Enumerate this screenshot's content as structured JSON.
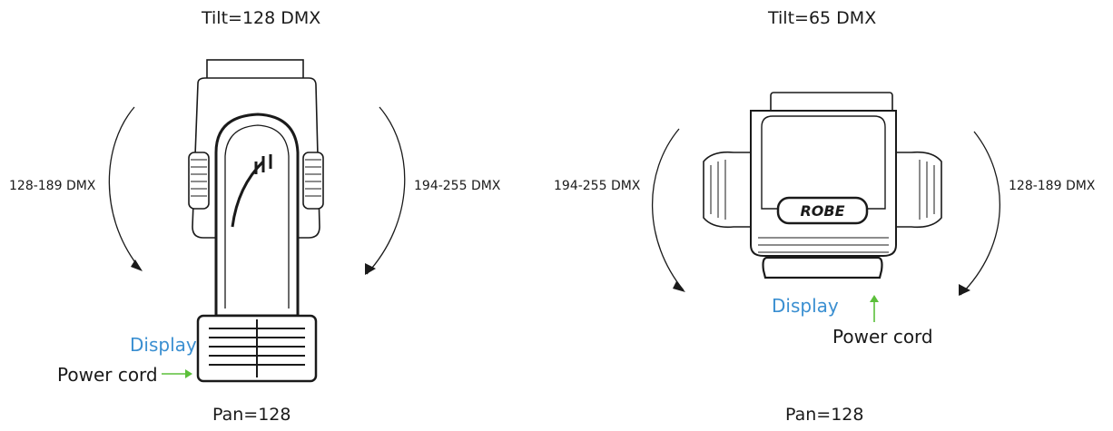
{
  "left": {
    "tilt_label": "Tilt=128 DMX",
    "pan_label": "Pan=128",
    "left_range": "128-189 DMX",
    "right_range": "194-255 DMX",
    "display_label": "Display",
    "power_label": "Power cord"
  },
  "right": {
    "tilt_label": "Tilt=65 DMX",
    "pan_label": "Pan=128",
    "left_range": "194-255 DMX",
    "right_range": "128-189 DMX",
    "display_label": "Display",
    "power_label": "Power cord",
    "logo_text": "ROBE"
  },
  "colors": {
    "display": "#3a8fd1",
    "power_arrow": "#5bbf3a",
    "line": "#1a1a1a"
  }
}
